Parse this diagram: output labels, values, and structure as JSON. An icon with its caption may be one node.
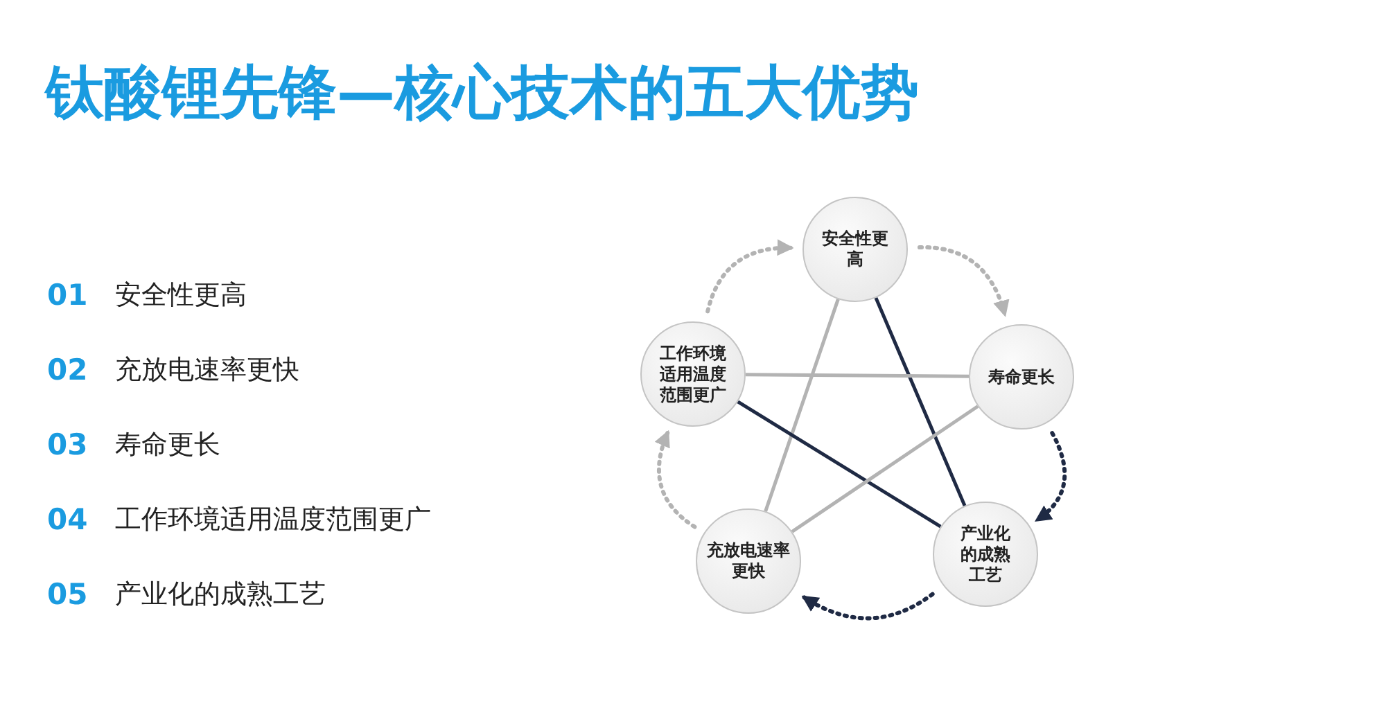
{
  "diagram": {
    "title": "钛酸锂先锋—核心技术的五大优势",
    "nodes": [
      {
        "text": [
          "安全性更高"
        ]
      },
      {
        "text": [
          "寿命更长"
        ]
      },
      {
        "text": [
          "产业化的成熟工艺"
        ]
      },
      {
        "text": [
          "充放电速率更快"
        ]
      },
      {
        "text": [
          "工作环境适用温度范围更广"
        ]
      }
    ],
    "edges": [
      {
        "from": 0,
        "to": 3,
        "arrow": "none"
      },
      {
        "from": 0,
        "to": 2,
        "arrow": "none",
        "color": "#1f2a44"
      },
      {
        "from": 4,
        "to": 1,
        "arrow": "none"
      },
      {
        "from": 4,
        "to": 2,
        "arrow": "none",
        "color": "#1f2a44"
      },
      {
        "from": 1,
        "to": 3,
        "arrow": "none"
      },
      {
        "from": 0,
        "to": 1,
        "arrow": "to",
        "style": "dashed"
      },
      {
        "from": 1,
        "to": 2,
        "arrow": "to",
        "style": "dashed",
        "color": "#1f2a44"
      },
      {
        "from": 2,
        "to": 3,
        "arrow": "to",
        "style": "dashed",
        "color": "#1f2a44"
      },
      {
        "from": 3,
        "to": 4,
        "arrow": "to",
        "style": "dashed"
      },
      {
        "from": 4,
        "to": 0,
        "arrow": "to",
        "style": "dashed"
      }
    ],
    "labels": [
      "01",
      "安全性更高",
      "02",
      "充放电速率更快",
      "03",
      "寿命更长",
      "04",
      "工作环境适用温度范围更广",
      "05",
      "产业化的成熟工艺"
    ]
  }
}
